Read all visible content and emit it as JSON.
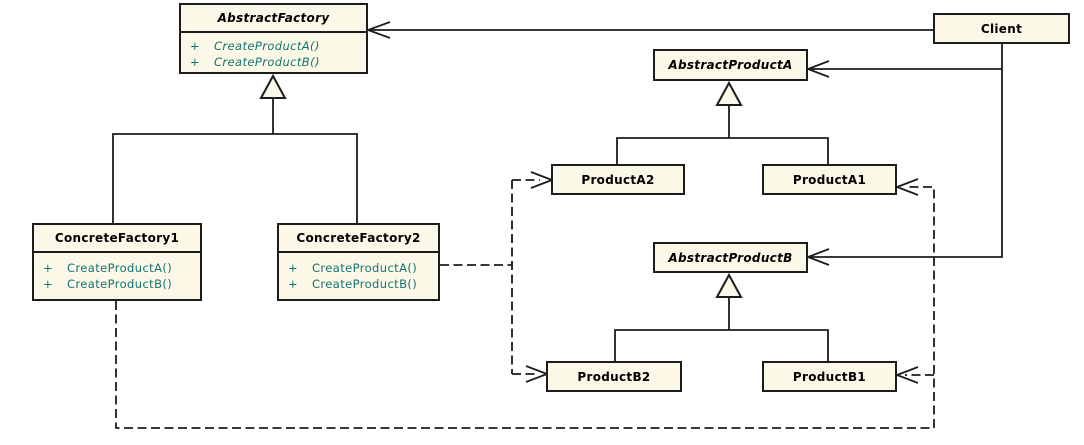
{
  "colors": {
    "background": "#ffffff",
    "box_fill": "#fcf8e7",
    "box_border": "#1c1c1c",
    "class_name_text": "#000000",
    "method_text": "#137272",
    "line": "#1c1c1c"
  },
  "classes": {
    "abstract_factory": {
      "name": "AbstractFactory",
      "abstract": true,
      "methods": [
        {
          "visibility": "+",
          "signature": "CreateProductA()"
        },
        {
          "visibility": "+",
          "signature": "CreateProductB()"
        }
      ]
    },
    "client": {
      "name": "Client",
      "abstract": false
    },
    "abstract_product_a": {
      "name": "AbstractProductA",
      "abstract": true
    },
    "product_a2": {
      "name": "ProductA2",
      "abstract": false
    },
    "product_a1": {
      "name": "ProductA1",
      "abstract": false
    },
    "abstract_product_b": {
      "name": "AbstractProductB",
      "abstract": true
    },
    "product_b2": {
      "name": "ProductB2",
      "abstract": false
    },
    "product_b1": {
      "name": "ProductB1",
      "abstract": false
    },
    "concrete_factory1": {
      "name": "ConcreteFactory1",
      "abstract": false,
      "methods": [
        {
          "visibility": "+",
          "signature": "CreateProductA()"
        },
        {
          "visibility": "+",
          "signature": "CreateProductB()"
        }
      ]
    },
    "concrete_factory2": {
      "name": "ConcreteFactory2",
      "abstract": false,
      "methods": [
        {
          "visibility": "+",
          "signature": "CreateProductA()"
        },
        {
          "visibility": "+",
          "signature": "CreateProductB()"
        }
      ]
    }
  },
  "relationships": [
    {
      "from": "Client",
      "to": "AbstractFactory",
      "type": "association-open-arrow"
    },
    {
      "from": "Client",
      "to": "AbstractProductA",
      "type": "association-open-arrow"
    },
    {
      "from": "Client",
      "to": "AbstractProductB",
      "type": "association-open-arrow"
    },
    {
      "from": "ConcreteFactory1",
      "to": "AbstractFactory",
      "type": "generalization"
    },
    {
      "from": "ConcreteFactory2",
      "to": "AbstractFactory",
      "type": "generalization"
    },
    {
      "from": "ProductA2",
      "to": "AbstractProductA",
      "type": "generalization"
    },
    {
      "from": "ProductA1",
      "to": "AbstractProductA",
      "type": "generalization"
    },
    {
      "from": "ProductB2",
      "to": "AbstractProductB",
      "type": "generalization"
    },
    {
      "from": "ProductB1",
      "to": "AbstractProductB",
      "type": "generalization"
    },
    {
      "from": "ConcreteFactory2",
      "to": "ProductA2",
      "type": "dependency-dashed"
    },
    {
      "from": "ConcreteFactory2",
      "to": "ProductB2",
      "type": "dependency-dashed"
    },
    {
      "from": "ConcreteFactory1",
      "to": "ProductA1",
      "type": "dependency-dashed"
    },
    {
      "from": "ConcreteFactory1",
      "to": "ProductB1",
      "type": "dependency-dashed"
    }
  ]
}
